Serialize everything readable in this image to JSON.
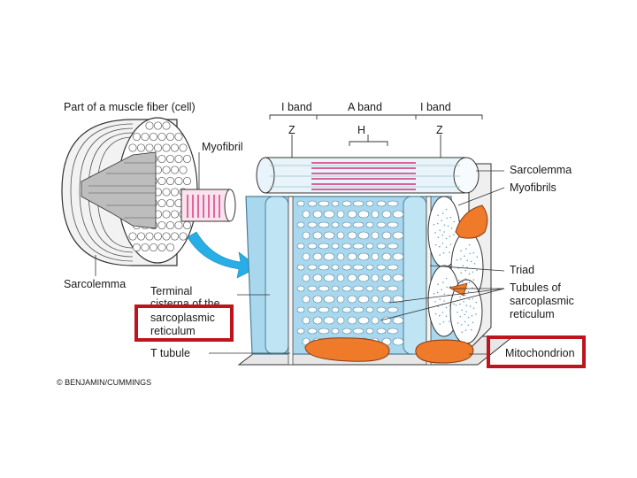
{
  "labels": {
    "part_of_fiber": "Part of a muscle fiber (cell)",
    "myofibril": "Myofibril",
    "sarcolemma_left": "Sarcolemma",
    "i_band_left": "I band",
    "a_band": "A band",
    "i_band_right": "I band",
    "z_left": "Z",
    "h_zone": "H",
    "z_right": "Z",
    "sarcolemma_right": "Sarcolemma",
    "myofibrils": "Myofibrils",
    "triad": "Triad",
    "tubules_sr_line1": "Tubules of",
    "tubules_sr_line2": "sarcoplasmic",
    "tubules_sr_line3": "reticulum",
    "terminal_line1": "Terminal",
    "terminal_line2": "cisterna of the",
    "sarcoplasmic": "sarcoplasmic",
    "reticulum": "reticulum",
    "t_tubule": "T tubule",
    "mitochondrion": "Mitochondrion",
    "copyright": "© BENJAMIN/CUMMINGS"
  },
  "highlights": [
    "sarcoplasmic reticulum",
    "Mitochondrion"
  ],
  "colors": {
    "highlight_border": "#c0141c",
    "sr_blue": "#a9d8ee",
    "sr_outline": "#4a7f98",
    "mitochondrion": "#ee7a2a",
    "myofilament_pink": "#d4317a",
    "arrow_blue": "#27aee6"
  }
}
